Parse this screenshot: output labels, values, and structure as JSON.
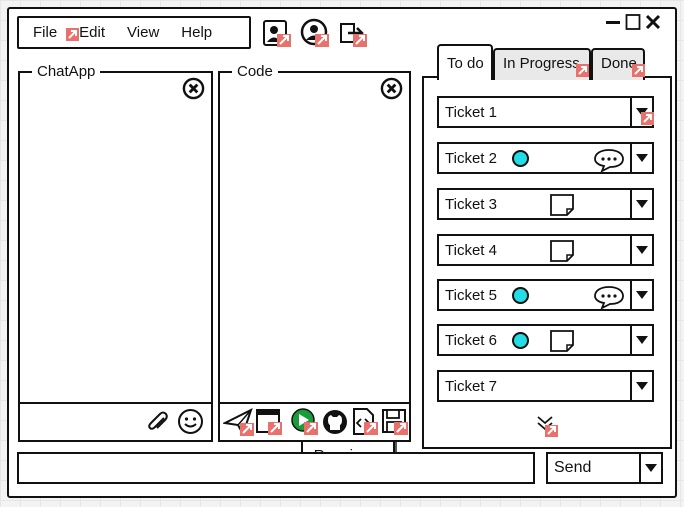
{
  "menubar": {
    "items": [
      "File",
      "Edit",
      "View",
      "Help"
    ]
  },
  "toolbar": {
    "icons": [
      "user-card-icon",
      "user-circle-icon",
      "export-icon"
    ]
  },
  "window_controls": {
    "icons": [
      "minimize-icon",
      "maximize-icon",
      "close-icon"
    ]
  },
  "chat_panel": {
    "title": "ChatApp",
    "footer_icons": [
      "paperclip-icon",
      "smiley-icon"
    ]
  },
  "code_panel": {
    "title": "Code",
    "footer_icons": [
      "send-icon",
      "terminal-icon",
      "play-icon",
      "github-icon",
      "code-file-icon",
      "save-icon"
    ],
    "tooltip": "Running..."
  },
  "tabs": [
    {
      "label": "To do",
      "active": true
    },
    {
      "label": "In Progress",
      "active": false
    },
    {
      "label": "Done",
      "active": false
    }
  ],
  "tickets": [
    {
      "label": "Ticket 1",
      "status_dot": false,
      "note": false,
      "comment": false
    },
    {
      "label": "Ticket 2",
      "status_dot": true,
      "note": false,
      "comment": true
    },
    {
      "label": "Ticket 3",
      "status_dot": false,
      "note": true,
      "comment": false
    },
    {
      "label": "Ticket 4",
      "status_dot": false,
      "note": true,
      "comment": false
    },
    {
      "label": "Ticket 5",
      "status_dot": true,
      "note": false,
      "comment": true
    },
    {
      "label": "Ticket 6",
      "status_dot": true,
      "note": true,
      "comment": false
    },
    {
      "label": "Ticket 7",
      "status_dot": false,
      "note": false,
      "comment": false
    }
  ],
  "message_input": {
    "value": ""
  },
  "send": {
    "label": "Send"
  },
  "colors": {
    "status_dot": "#22dde6",
    "link_arrow": "#e8716b",
    "play": "#1a9c3a"
  }
}
